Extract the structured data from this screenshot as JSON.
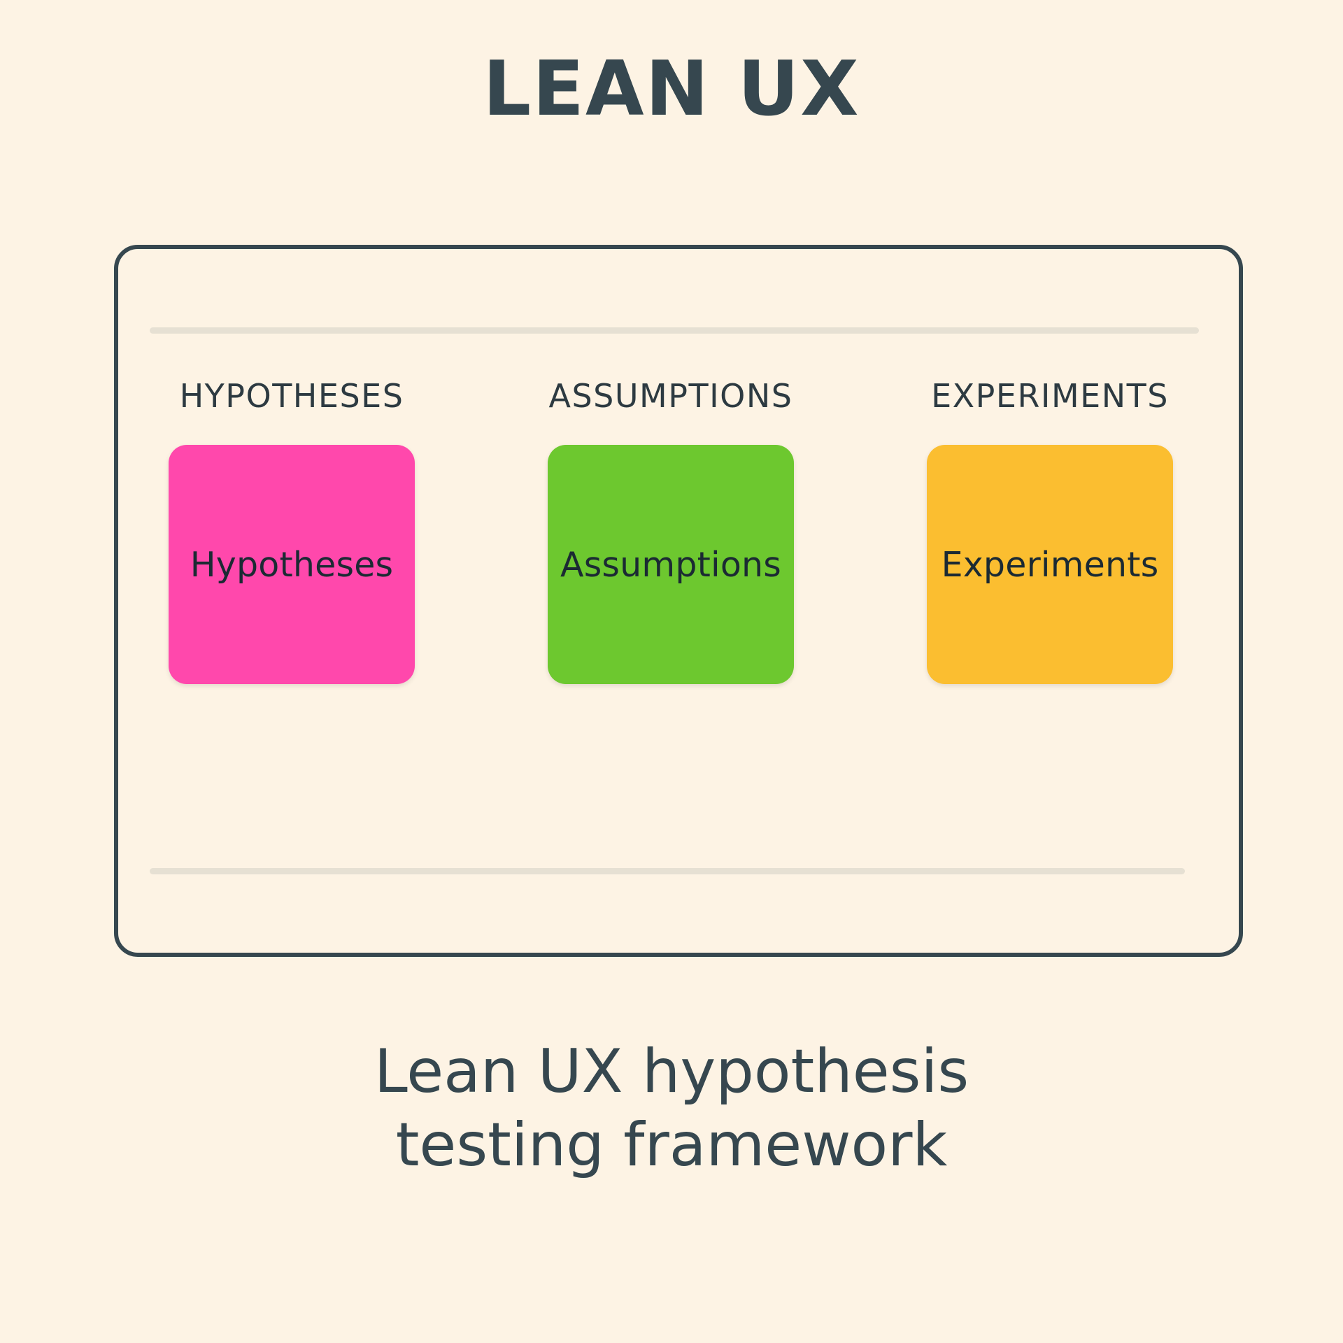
{
  "page": {
    "title": "LEAN UX",
    "background_color": "#FDF3E4",
    "text_color": "#36474F"
  },
  "panel": {
    "border_color": "#36474F",
    "divider_color": "#E6E0D3"
  },
  "columns": [
    {
      "header": "HYPOTHESES",
      "tile_label": "Hypotheses",
      "tile_color": "#FF48AC"
    },
    {
      "header": "ASSUMPTIONS",
      "tile_label": "Assumptions",
      "tile_color": "#6DC82F"
    },
    {
      "header": "EXPERIMENTS",
      "tile_label": "Experiments",
      "tile_color": "#FBBE30"
    }
  ],
  "caption": {
    "line1": "Lean UX hypothesis",
    "line2": "testing framework"
  }
}
